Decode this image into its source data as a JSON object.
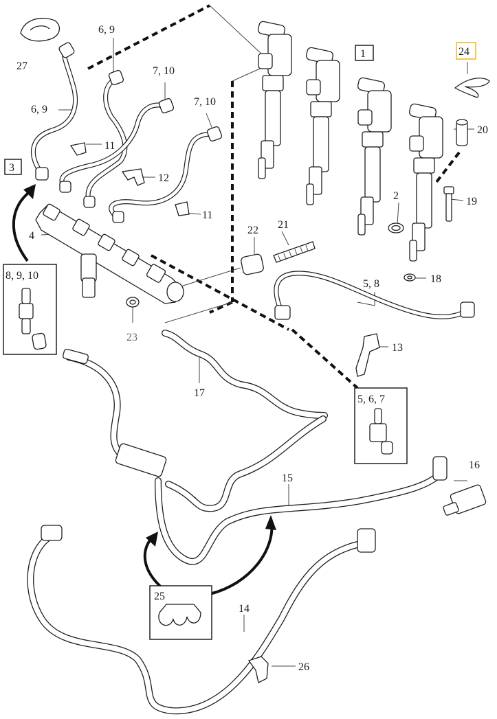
{
  "callouts": {
    "c27": "27",
    "c69a": "6, 9",
    "c69b": "6, 9",
    "c710a": "7, 10",
    "c710b": "7, 10",
    "c11a": "11",
    "c11b": "11",
    "c12": "12",
    "c4": "4",
    "c22": "22",
    "c21": "21",
    "c1": "1",
    "c24": "24",
    "c20": "20",
    "c2": "2",
    "c19": "19",
    "c18": "18",
    "c58": "5, 8",
    "c13": "13",
    "c3": "3",
    "c8910": "8, 9, 10",
    "c23": "23",
    "c17": "17",
    "c567": "5, 6, 7",
    "c16": "16",
    "c15": "15",
    "c25": "25",
    "c14": "14",
    "c26": "26"
  },
  "colors": {
    "line": "#1e1e1e",
    "highlight": "#f2c94c",
    "gray_label": "#6a6a6a"
  }
}
